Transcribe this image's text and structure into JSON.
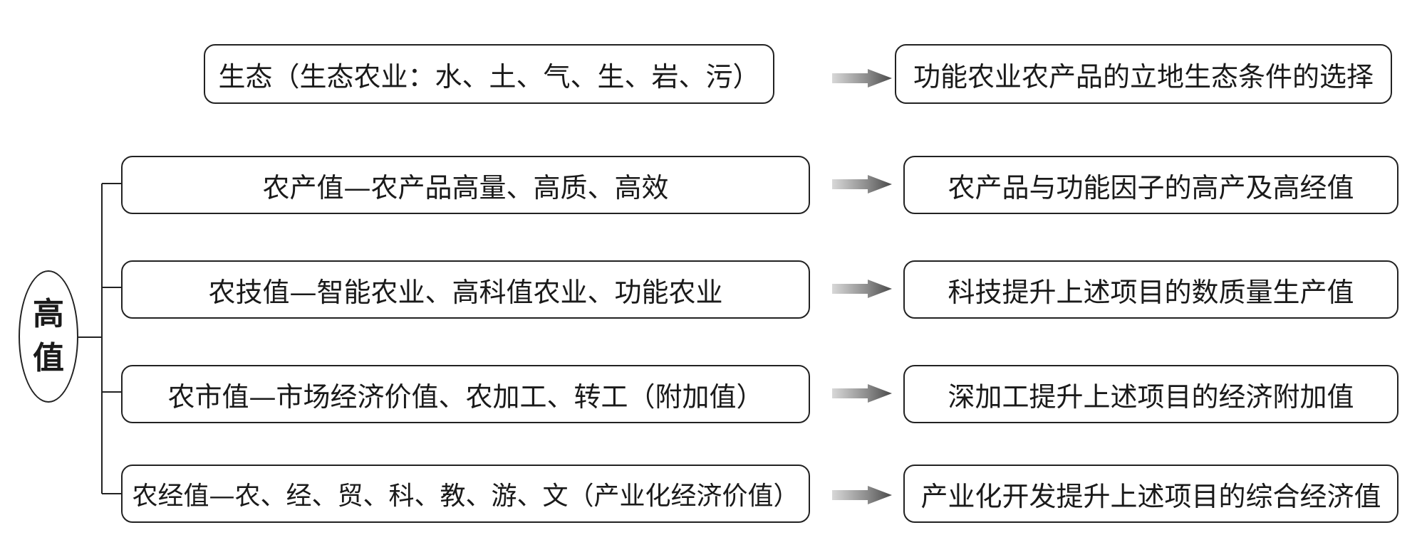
{
  "root": {
    "chars": [
      "高",
      "值"
    ]
  },
  "top_row": {
    "left": "生态（生态农业：水、土、气、生、岩、污）",
    "right": "功能农业农产品的立地生态条件的选择"
  },
  "branches": [
    {
      "left": "农产值—农产品高量、高质、高效",
      "right": "农产品与功能因子的高产及高经值"
    },
    {
      "left": "农技值—智能农业、高科值农业、功能农业",
      "right": "科技提升上述项目的数质量生产值"
    },
    {
      "left": "农市值—市场经济价值、农加工、转工（附加值）",
      "right": "深加工提升上述项目的经济附加值"
    },
    {
      "left": "农经值—农、经、贸、科、教、游、文（产业化经济价值）",
      "right": "产业化开发提升上述项目的综合经济值"
    }
  ]
}
